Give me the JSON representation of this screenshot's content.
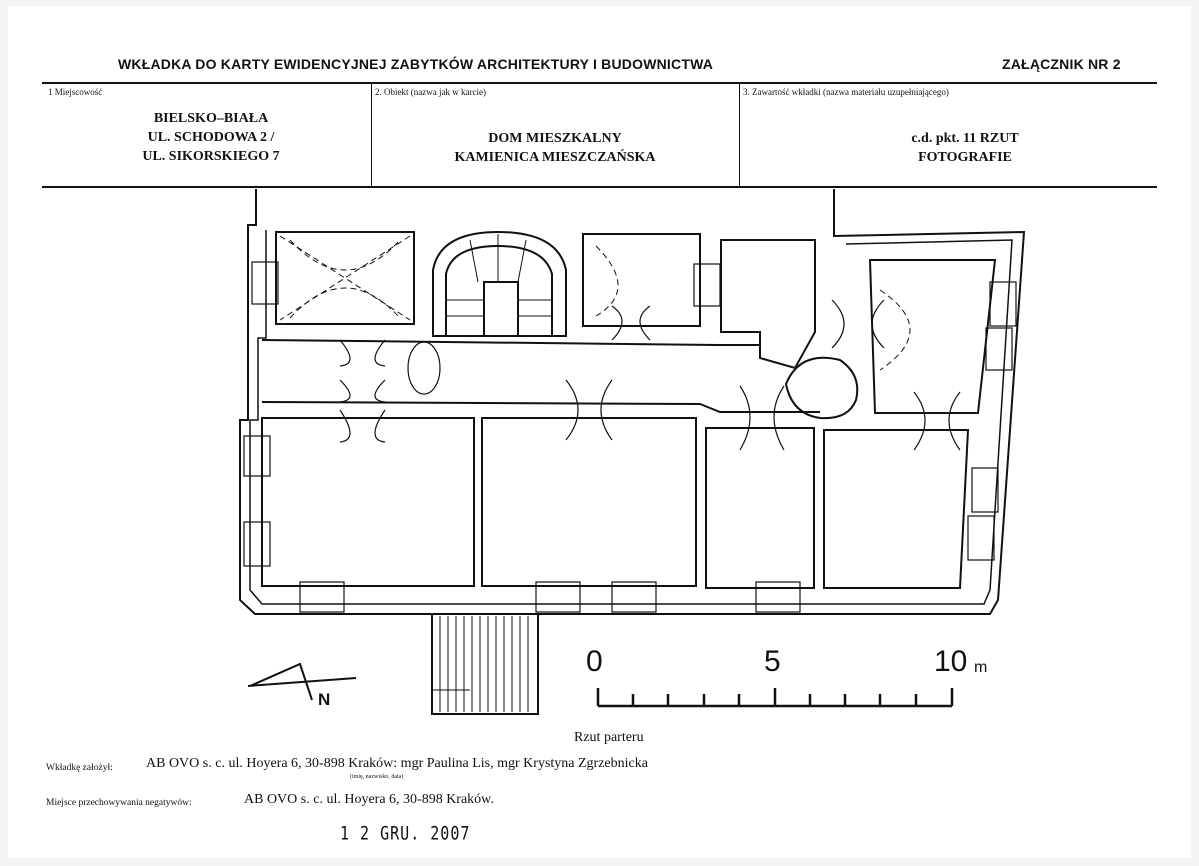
{
  "header": {
    "title": "WKŁADKA DO KARTY EWIDENCYJNEJ ZABYTKÓW ARCHITEKTURY I BUDOWNICTWA",
    "attachment": "ZAŁĄCZNIK NR 2"
  },
  "fields": {
    "locality_label": "1 Miejscowość",
    "locality_lines": [
      "BIELSKO–BIAŁA",
      "UL. SCHODOWA 2 /",
      "UL. SIKORSKIEGO 7"
    ],
    "object_label": "2. Obiekt (nazwa jak w karcie)",
    "object_lines": [
      "DOM MIESZKALNY",
      "KAMIENICA MIESZCZAŃSKA"
    ],
    "content_label": "3. Zawartość wkładki (nazwa materiału uzupełniającego)",
    "content_lines": [
      "c.d. pkt. 11 RZUT",
      "FOTOGRAFIE"
    ]
  },
  "drawing": {
    "north_label": "N",
    "scale_labels": [
      "0",
      "5",
      "10"
    ],
    "scale_unit": "m",
    "caption": "Rzut parteru"
  },
  "footer": {
    "author_label": "Wkładkę założył:",
    "author_value": "AB OVO s. c. ul. Hoyera 6, 30-898 Kraków: mgr Paulina Lis, mgr Krystyna Zgrzebnicka",
    "author_hint": "(imię, nazwisko, data)",
    "storage_label": "Miejsce przechowywania negatywów:",
    "storage_value": "AB OVO s. c. ul. Hoyera 6, 30-898 Kraków.",
    "date_stamp": "1 2 GRU. 2007"
  }
}
